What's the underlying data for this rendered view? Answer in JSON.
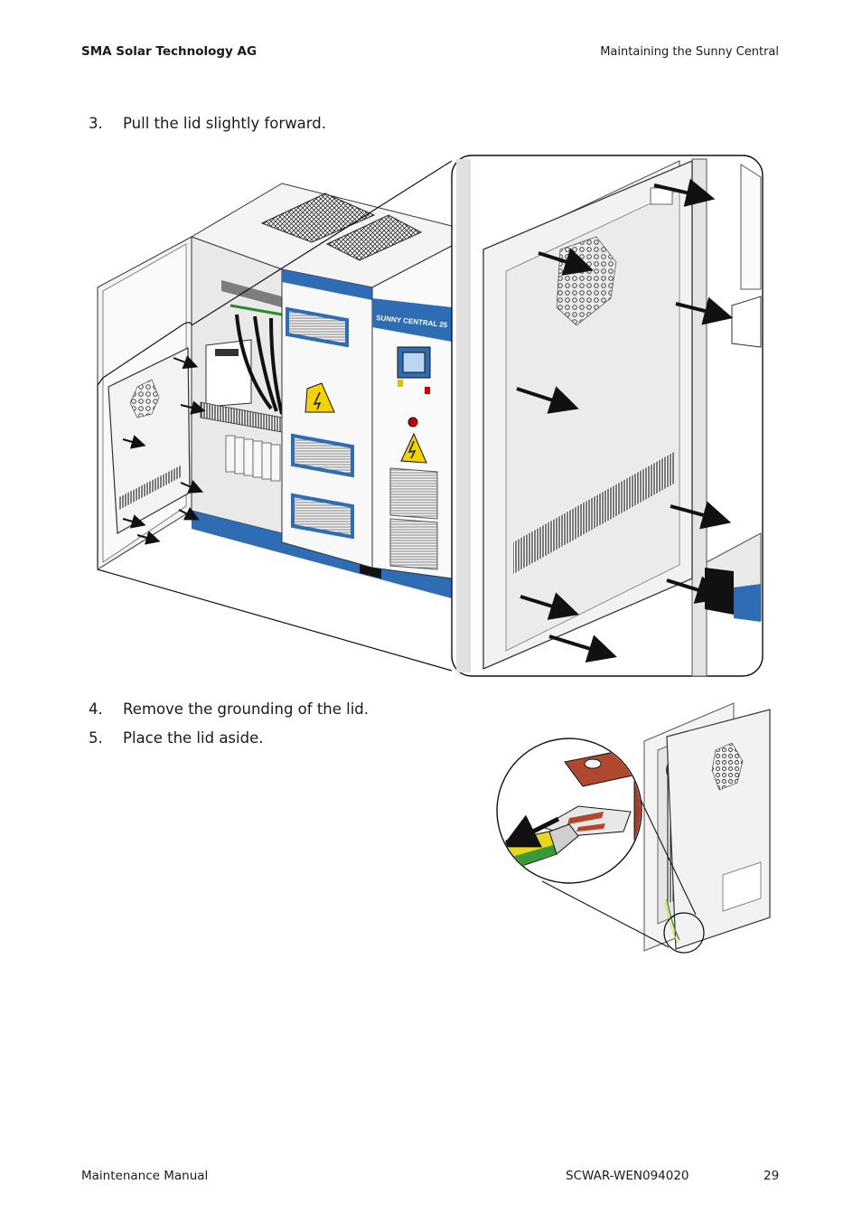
{
  "header": {
    "company": "SMA Solar Technology AG",
    "section": "Maintaining the Sunny Central"
  },
  "steps": [
    {
      "number": "3.",
      "text": "Pull the lid slightly forward."
    },
    {
      "number": "4.",
      "text": "Remove the grounding of the lid."
    },
    {
      "number": "5.",
      "text": "Place the lid aside."
    }
  ],
  "figure1": {
    "panel_label": "SUNNY CENTRAL 25"
  },
  "footer": {
    "manual": "Maintenance Manual",
    "doc_code": "SCWAR-WEN094020",
    "page": "29"
  },
  "colors": {
    "brand_blue": "#2e6db4",
    "grounding_red": "#b0482e",
    "ground_wire_yellow": "#e8d81a",
    "ground_wire_green": "#3a9a3a"
  }
}
